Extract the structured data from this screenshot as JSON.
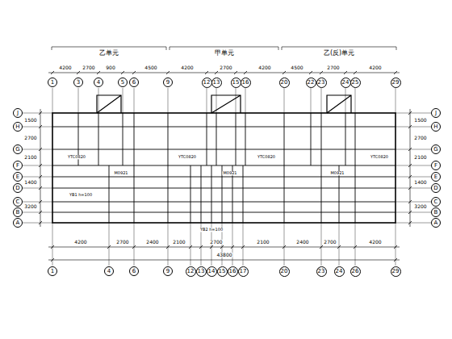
{
  "diagram": {
    "nodes": [
      {
        "text": [
          "1"
        ]
      },
      {
        "text": [
          "3"
        ]
      },
      {
        "text": [
          "4"
        ]
      },
      {
        "text": [
          "5"
        ]
      },
      {
        "text": [
          "6"
        ]
      },
      {
        "text": [
          "9"
        ]
      },
      {
        "text": [
          "12"
        ]
      },
      {
        "text": [
          "13"
        ]
      },
      {
        "text": [
          "15"
        ]
      },
      {
        "text": [
          "16"
        ]
      },
      {
        "text": [
          "20"
        ]
      },
      {
        "text": [
          "22"
        ]
      },
      {
        "text": [
          "23"
        ]
      },
      {
        "text": [
          "24"
        ]
      },
      {
        "text": [
          "25"
        ]
      },
      {
        "text": [
          "29"
        ]
      },
      {
        "text": [
          "1"
        ]
      },
      {
        "text": [
          "4"
        ]
      },
      {
        "text": [
          "6"
        ]
      },
      {
        "text": [
          "9"
        ]
      },
      {
        "text": [
          "12"
        ]
      },
      {
        "text": [
          "13"
        ]
      },
      {
        "text": [
          "14"
        ]
      },
      {
        "text": [
          "15"
        ]
      },
      {
        "text": [
          "16"
        ]
      },
      {
        "text": [
          "17"
        ]
      },
      {
        "text": [
          "20"
        ]
      },
      {
        "text": [
          "23"
        ]
      },
      {
        "text": [
          "24"
        ]
      },
      {
        "text": [
          "26"
        ]
      },
      {
        "text": [
          "29"
        ]
      },
      {
        "text": [
          "J"
        ]
      },
      {
        "text": [
          "H"
        ]
      },
      {
        "text": [
          "G"
        ]
      },
      {
        "text": [
          "F"
        ]
      },
      {
        "text": [
          "E"
        ]
      },
      {
        "text": [
          "D"
        ]
      },
      {
        "text": [
          "C"
        ]
      },
      {
        "text": [
          "B"
        ]
      },
      {
        "text": [
          "A"
        ]
      },
      {
        "text": [
          "J"
        ]
      },
      {
        "text": [
          "H"
        ]
      },
      {
        "text": [
          "G"
        ]
      },
      {
        "text": [
          "F"
        ]
      },
      {
        "text": [
          "E"
        ]
      },
      {
        "text": [
          "D"
        ]
      },
      {
        "text": [
          "C"
        ]
      },
      {
        "text": [
          "B"
        ]
      },
      {
        "text": [
          "A"
        ]
      }
    ],
    "labels": [
      "乙单元",
      "甲单元",
      "乙(反)单元",
      "4200",
      "2700",
      "900",
      "4500",
      "4200",
      "2700",
      "4200",
      "4500",
      "2700",
      "4200",
      "1500",
      "2700",
      "2100",
      "1400",
      "3200",
      "1500",
      "2700",
      "2100",
      "1400",
      "3200",
      "4200",
      "2700",
      "2400",
      "2100",
      "2700",
      "2100",
      "2400",
      "2700",
      "4200",
      "43800",
      "YTC0820",
      "YTC0820",
      "YTC0820",
      "YTC0820",
      "YB1 h=100",
      "YB2 h=100",
      "M0921",
      "M0921",
      "M0921"
    ]
  }
}
